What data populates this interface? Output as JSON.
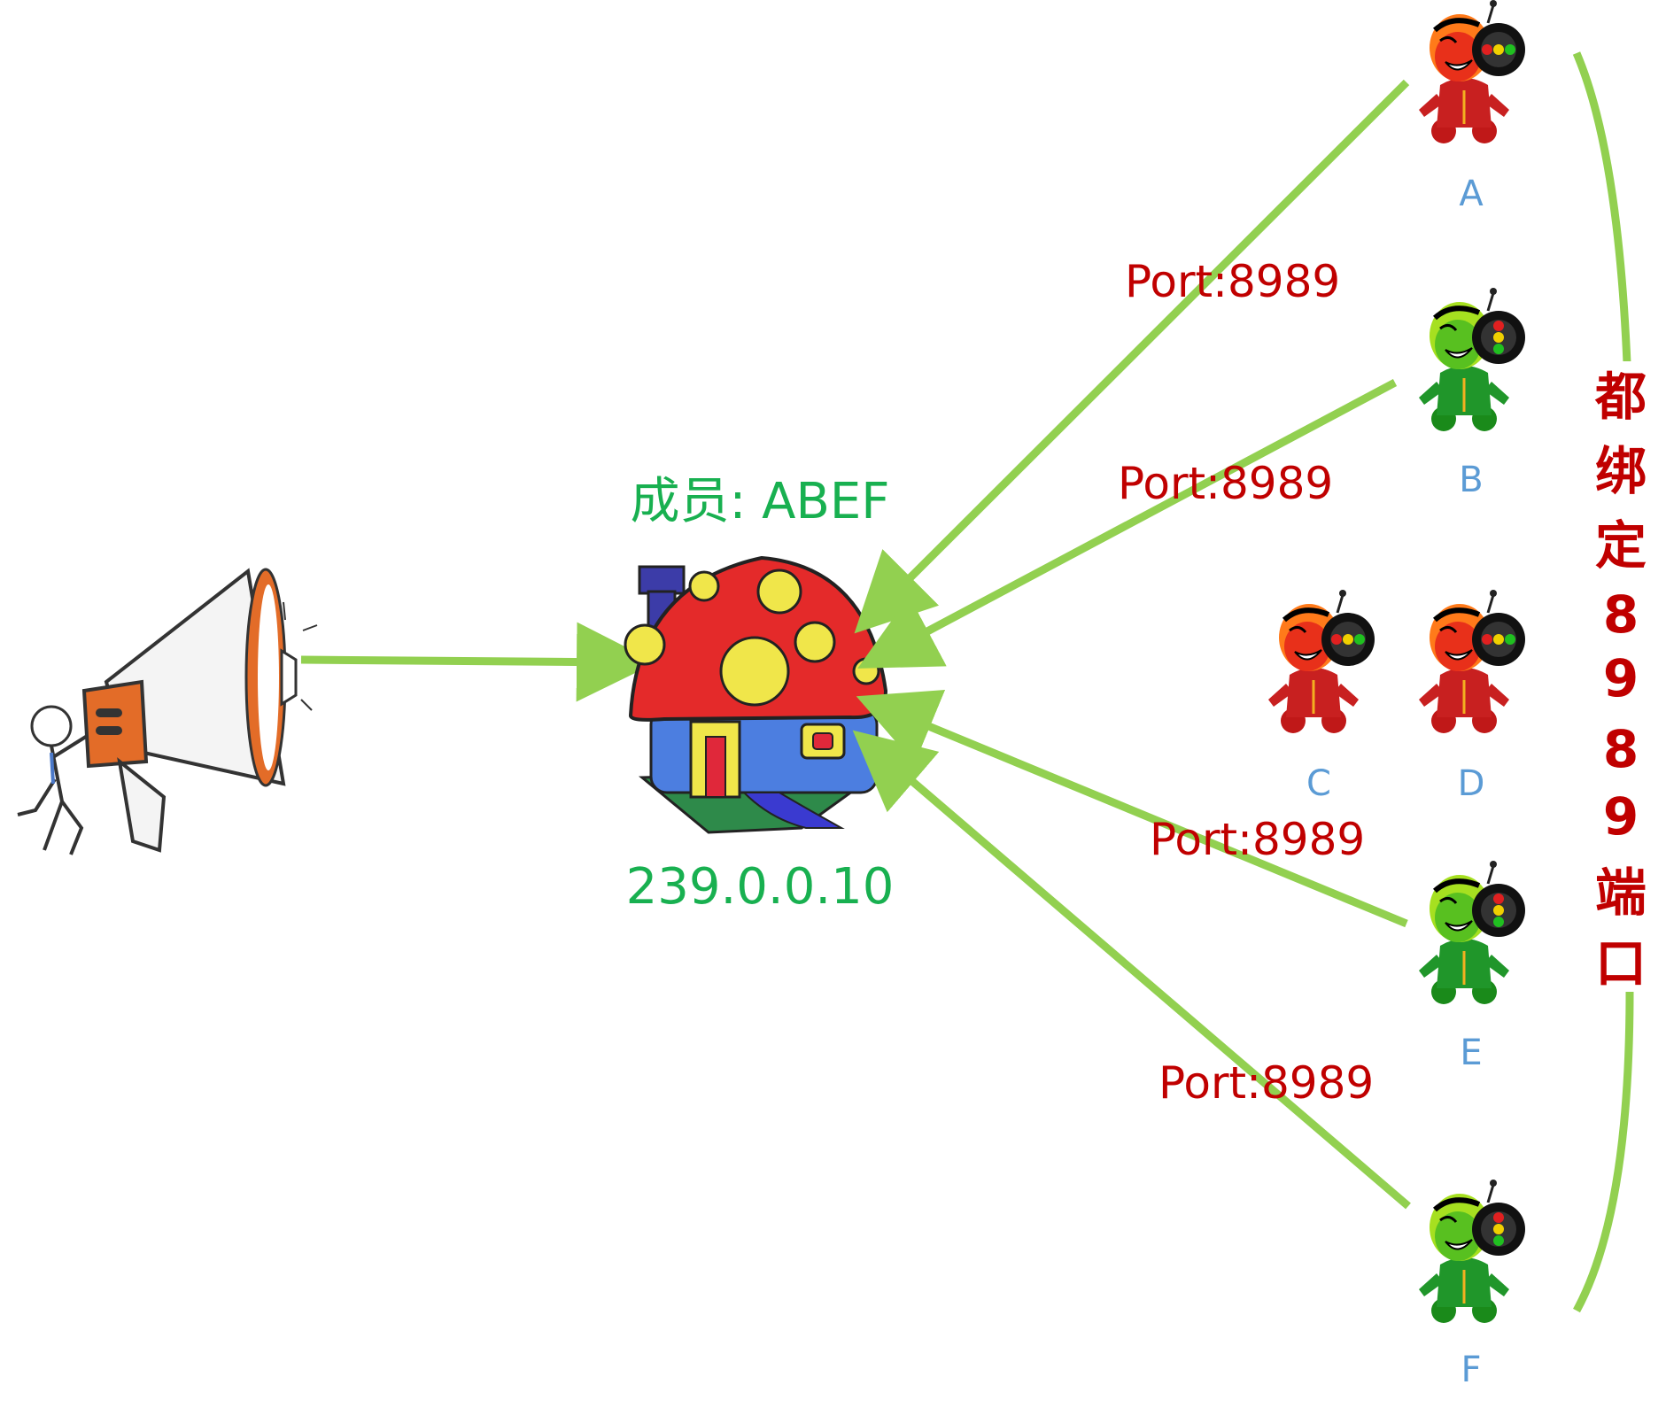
{
  "group": {
    "members_label": "成员: ABEF",
    "address": "239.0.0.10"
  },
  "agents": [
    {
      "id": "A",
      "label": "A",
      "color": "red",
      "member": true
    },
    {
      "id": "B",
      "label": "B",
      "color": "green",
      "member": true
    },
    {
      "id": "C",
      "label": "C",
      "color": "red",
      "member": false
    },
    {
      "id": "D",
      "label": "D",
      "color": "red",
      "member": false
    },
    {
      "id": "E",
      "label": "E",
      "color": "green",
      "member": true
    },
    {
      "id": "F",
      "label": "F",
      "color": "green",
      "member": true
    }
  ],
  "port_labels": [
    "Port:8989",
    "Port:8989",
    "Port:8989",
    "Port:8989"
  ],
  "bracket_label_chars": [
    "都",
    "绑",
    "定",
    "8",
    "9",
    "8",
    "9",
    "端",
    "口"
  ],
  "colors": {
    "arrow": "#92d050",
    "port_text": "#c00000",
    "group_text": "#18b050",
    "agent_text": "#5b9bd5",
    "bracket_text": "#c00000"
  },
  "icons": {
    "sender": "megaphone-person-icon",
    "group": "mushroom-house-icon",
    "red_agent": "red-headphone-mascot-icon",
    "green_agent": "green-headphone-mascot-icon"
  }
}
